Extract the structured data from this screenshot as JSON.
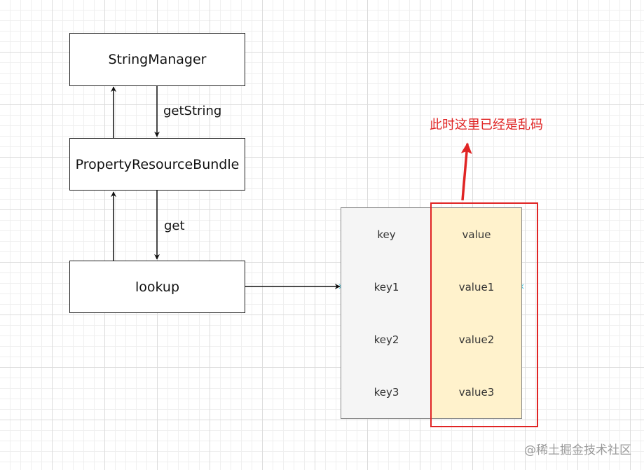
{
  "nodes": {
    "string_manager": "StringManager",
    "property_resource_bundle": "PropertyResourceBundle",
    "lookup": "lookup"
  },
  "edges": {
    "get_string": "getString",
    "get": "get"
  },
  "table": {
    "keys": [
      "key",
      "key1",
      "key2",
      "key3"
    ],
    "values": [
      "value",
      "value1",
      "value2",
      "value3"
    ]
  },
  "annotation": "此时这里已经是乱码",
  "watermark": "@稀土掘金技术社区",
  "colors": {
    "highlight": "#e02424",
    "value_column": "#fff2cc",
    "key_column": "#f5f5f5",
    "connector_marker": "#4fc3d9"
  }
}
